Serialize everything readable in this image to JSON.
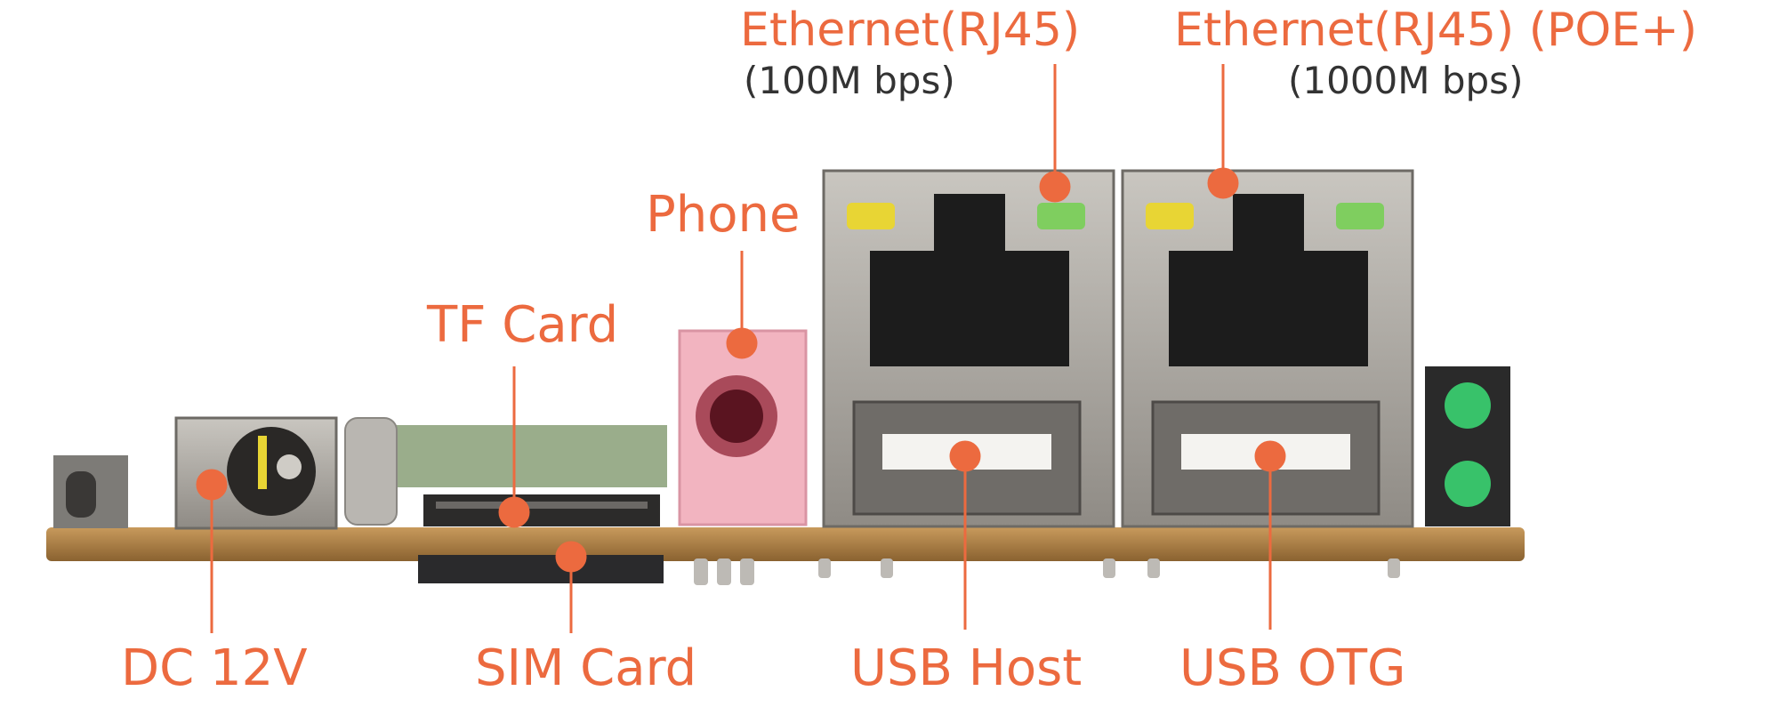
{
  "colors": {
    "accent": "#EC6A3F",
    "subtitle": "#333333",
    "pcb": "#B88A4E",
    "metal": "#A9A59F",
    "phone_jack": "#F2B4C0",
    "led_green": "#38C26A",
    "led_yellow": "#E8D534"
  },
  "labels": {
    "eth100": {
      "title": "Ethernet(RJ45)",
      "speed": "(100M bps)"
    },
    "eth1000": {
      "title": "Ethernet(RJ45) (POE+)",
      "speed": "(1000M bps)"
    },
    "phone": "Phone",
    "tf_card": "TF Card",
    "dc": "DC 12V",
    "sim": "SIM Card",
    "usb_host": "USB Host",
    "usb_otg": "USB OTG"
  }
}
